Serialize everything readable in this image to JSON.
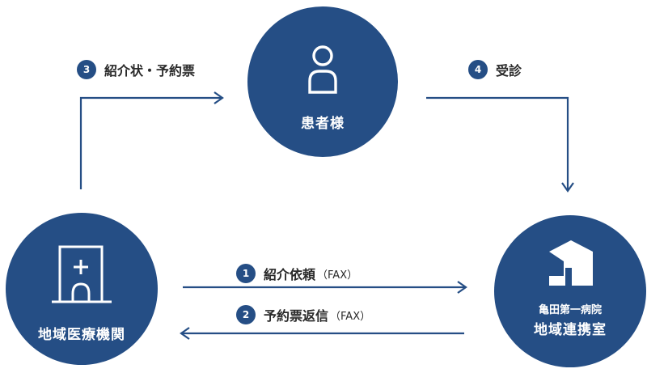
{
  "colors": {
    "primary": "#254e85",
    "text": "#2a2a2a",
    "background": "#ffffff"
  },
  "nodes": {
    "patient": {
      "label": "患者様",
      "icon": "person-icon"
    },
    "clinic": {
      "label": "地域医療機関",
      "icon": "clinic-building-icon"
    },
    "hospital": {
      "line1": "亀田第一病院",
      "line2": "地域連携室",
      "icon": "hospital-logo-icon"
    }
  },
  "steps": [
    {
      "number": "1",
      "label": "紹介依頼",
      "suffix": "（FAX）"
    },
    {
      "number": "2",
      "label": "予約票返信",
      "suffix": "（FAX）"
    },
    {
      "number": "3",
      "label": "紹介状・予約票",
      "suffix": ""
    },
    {
      "number": "4",
      "label": "受診",
      "suffix": ""
    }
  ]
}
